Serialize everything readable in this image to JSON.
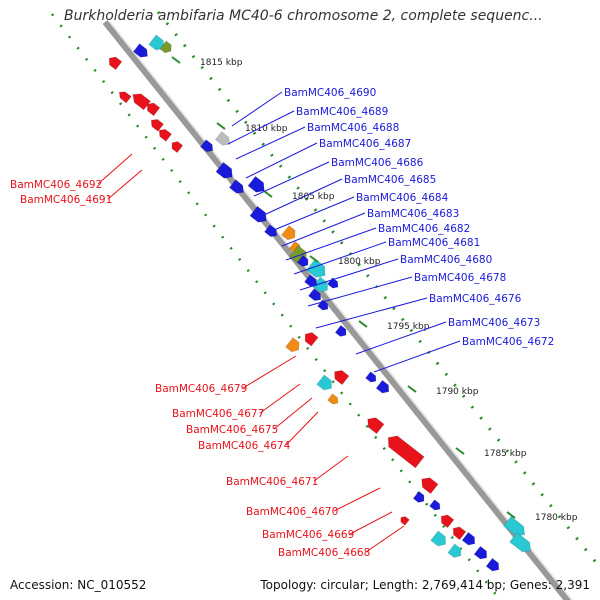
{
  "header": {
    "title": "Burkholderia ambifaria MC40-6 chromosome 2, complete sequenc..."
  },
  "footer": {
    "accession": "Accession: NC_010552",
    "topology": "Topology: circular; Length: 2,769,414 bp; Genes: 2,391"
  },
  "colors": {
    "backbone": "#888888",
    "ruler": "#2a8a2a",
    "forward_gene": "#1a1adb",
    "reverse_gene": "#e8121b",
    "cyan_gene": "#29c9d4",
    "orange_gene": "#f28a16",
    "olive_gene": "#7a9a2a",
    "gray_gene": "#bdbdbd",
    "forward_label": "#1a1adb",
    "reverse_label": "#e8121b"
  },
  "ruler_ticks": [
    {
      "label": "1815 kbp"
    },
    {
      "label": "1810 kbp"
    },
    {
      "label": "1805 kbp"
    },
    {
      "label": "1800 kbp"
    },
    {
      "label": "1795 kbp"
    },
    {
      "label": "1790 kbp"
    },
    {
      "label": "1785 kbp"
    },
    {
      "label": "1780 kbp"
    }
  ],
  "forward_genes": [
    {
      "name": "BamMC406_4690"
    },
    {
      "name": "BamMC406_4689"
    },
    {
      "name": "BamMC406_4688"
    },
    {
      "name": "BamMC406_4687"
    },
    {
      "name": "BamMC406_4686"
    },
    {
      "name": "BamMC406_4685"
    },
    {
      "name": "BamMC406_4684"
    },
    {
      "name": "BamMC406_4683"
    },
    {
      "name": "BamMC406_4682"
    },
    {
      "name": "BamMC406_4681"
    },
    {
      "name": "BamMC406_4680"
    },
    {
      "name": "BamMC406_4678"
    },
    {
      "name": "BamMC406_4676"
    },
    {
      "name": "BamMC406_4673"
    },
    {
      "name": "BamMC406_4672"
    }
  ],
  "reverse_genes": [
    {
      "name": "BamMC406_4692"
    },
    {
      "name": "BamMC406_4691"
    },
    {
      "name": "BamMC406_4679"
    },
    {
      "name": "BamMC406_4677"
    },
    {
      "name": "BamMC406_4675"
    },
    {
      "name": "BamMC406_4674"
    },
    {
      "name": "BamMC406_4671"
    },
    {
      "name": "BamMC406_4670"
    },
    {
      "name": "BamMC406_4669"
    },
    {
      "name": "BamMC406_4668"
    }
  ]
}
